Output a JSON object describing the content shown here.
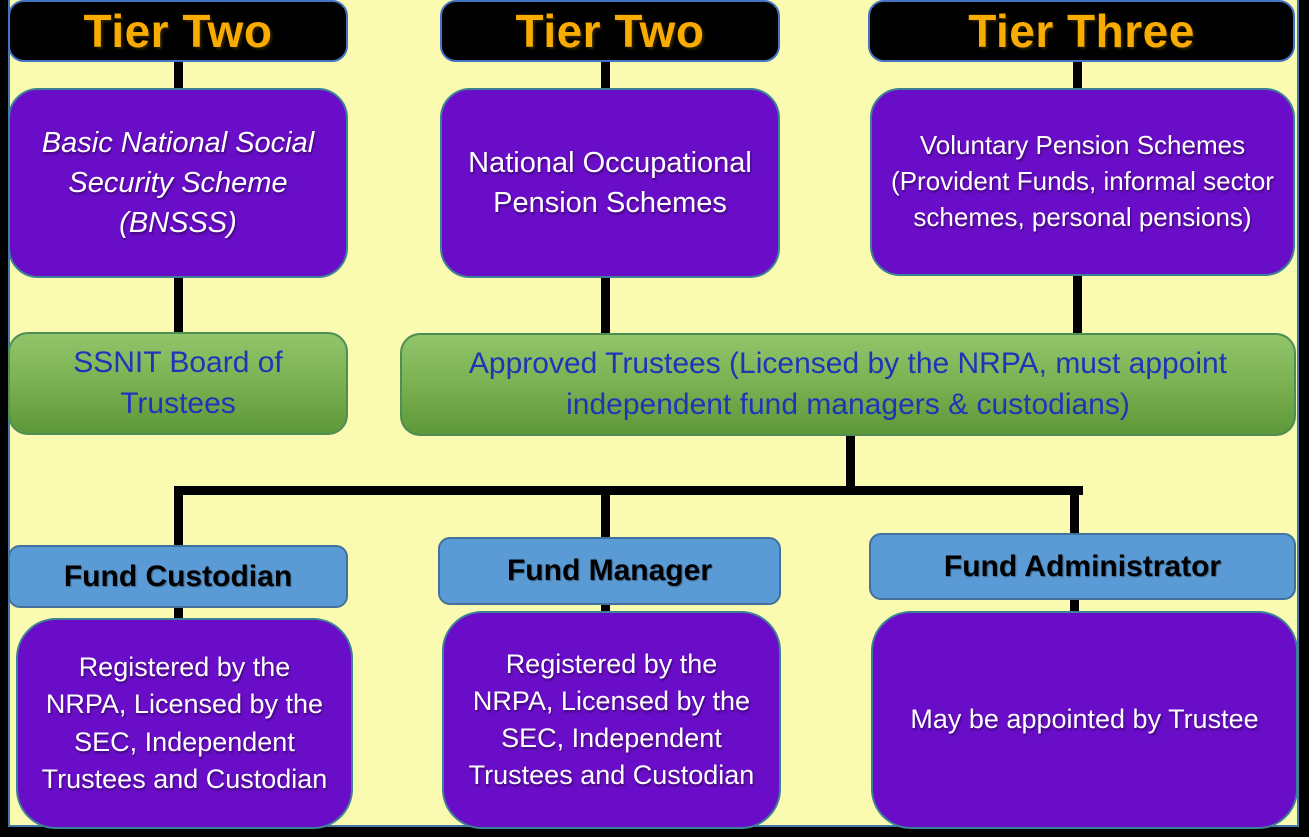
{
  "title": "Pension scheme tier structure diagram",
  "colors": {
    "background": "#FAFAB0",
    "frame": "#000000",
    "purple_box": "#6A0DC9",
    "green_box_top": "#92C46A",
    "green_box_bottom": "#5E9839",
    "blue_box": "#5B9BD5",
    "header_box": "#000000",
    "header_text": "#F8AB00",
    "green_box_text": "#1F35B8",
    "purple_box_text": "#FFFFFF",
    "blue_box_text": "#000000",
    "connector": "#000000"
  },
  "columns": [
    {
      "header": "Tier Two",
      "scheme": "Basic National Social Security Scheme (BNSSS)"
    },
    {
      "header": "Tier Two",
      "scheme": "National Occupational Pension Schemes"
    },
    {
      "header": "Tier Three",
      "scheme": "Voluntary Pension Schemes (Provident Funds, informal sector schemes, personal pensions)"
    }
  ],
  "trustees": {
    "ssnit": "SSNIT Board of Trustees",
    "approved": "Approved Trustees (Licensed by the NRPA, must appoint independent fund managers & custodians)"
  },
  "roles": [
    {
      "title": "Fund Custodian",
      "detail": "Registered by the NRPA, Licensed by the SEC, Independent Trustees and Custodian"
    },
    {
      "title": "Fund Manager",
      "detail": "Registered by the NRPA, Licensed by the SEC, Independent Trustees and Custodian"
    },
    {
      "title": "Fund Administrator",
      "detail": "May be appointed by Trustee"
    }
  ]
}
